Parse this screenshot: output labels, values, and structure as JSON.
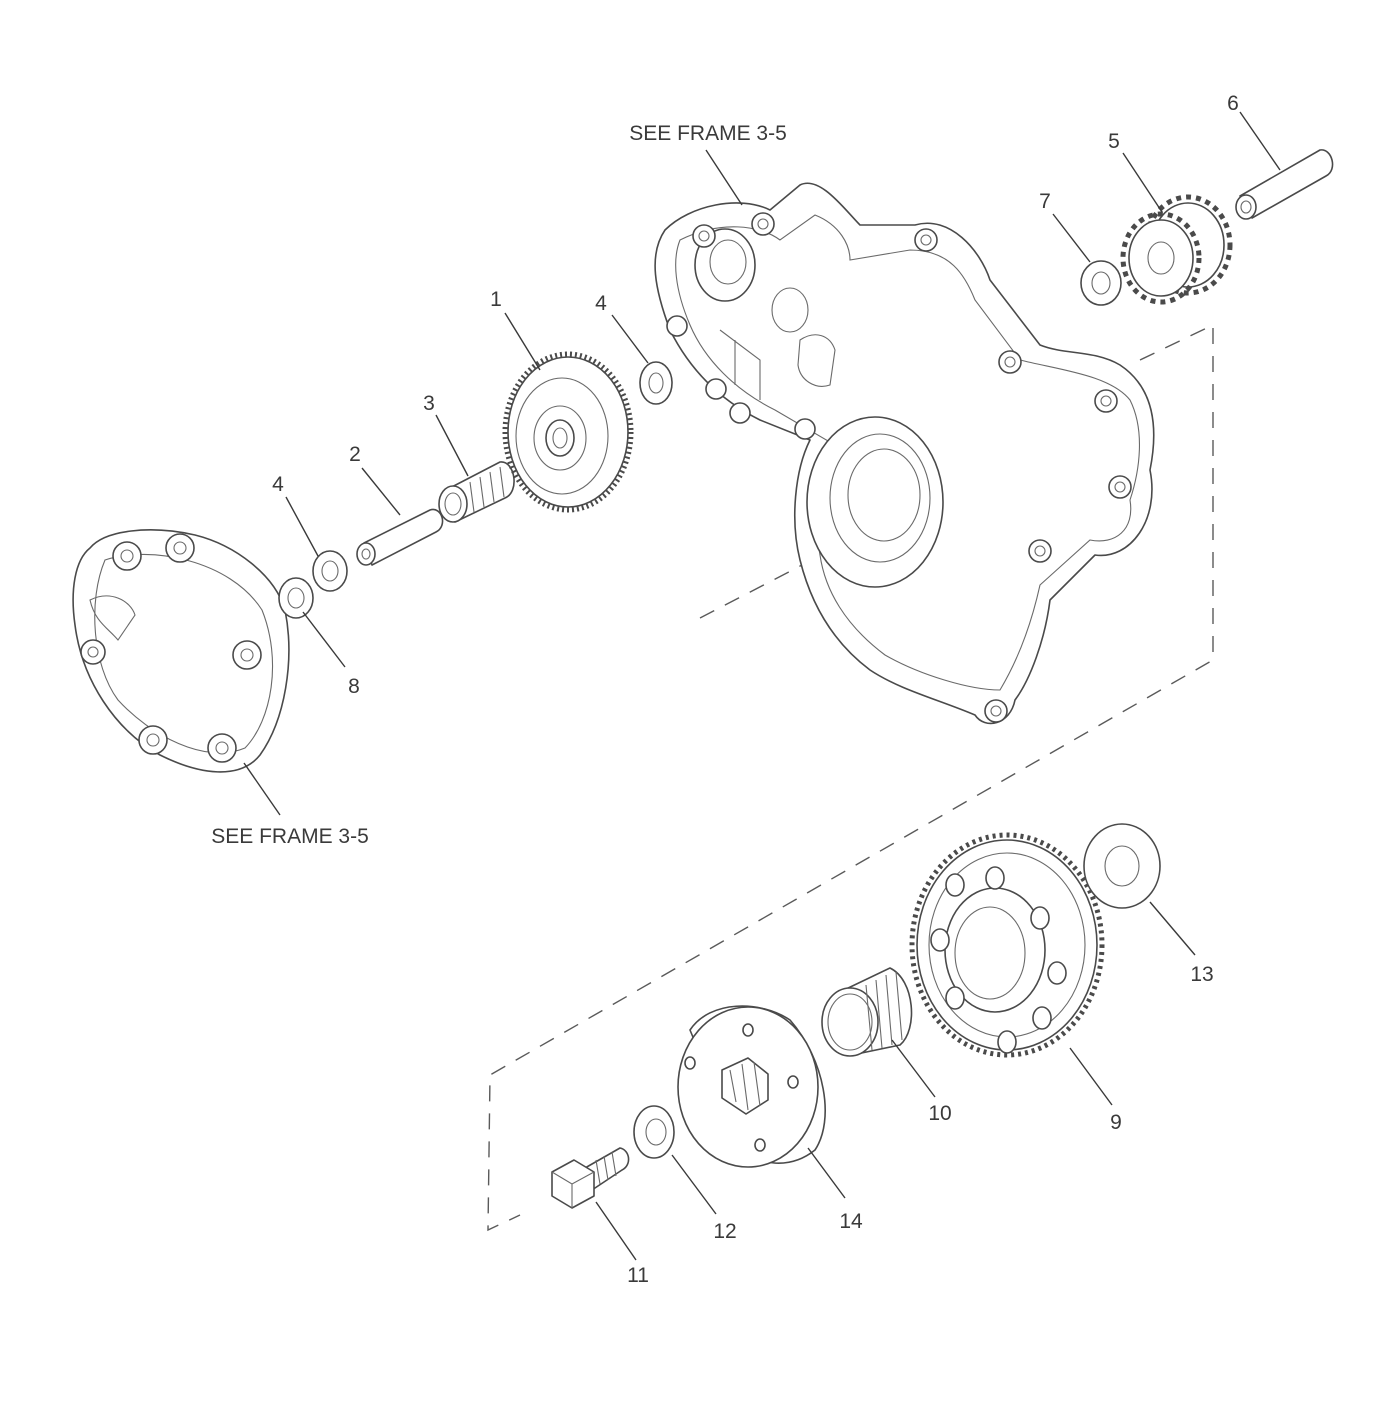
{
  "callouts": [
    {
      "id": "1",
      "label": "1"
    },
    {
      "id": "2",
      "label": "2"
    },
    {
      "id": "3",
      "label": "3"
    },
    {
      "id": "4a",
      "label": "4"
    },
    {
      "id": "4b",
      "label": "4"
    },
    {
      "id": "5",
      "label": "5"
    },
    {
      "id": "6",
      "label": "6"
    },
    {
      "id": "7",
      "label": "7"
    },
    {
      "id": "8",
      "label": "8"
    },
    {
      "id": "9",
      "label": "9"
    },
    {
      "id": "10",
      "label": "10"
    },
    {
      "id": "11",
      "label": "11"
    },
    {
      "id": "12",
      "label": "12"
    },
    {
      "id": "13",
      "label": "13"
    },
    {
      "id": "14",
      "label": "14"
    }
  ],
  "references": {
    "top": "SEE FRAME 3-5",
    "bottom": "SEE FRAME 3-5"
  },
  "colors": {
    "line": "#4a4a4a",
    "text": "#3a3a3a",
    "background": "#ffffff"
  }
}
